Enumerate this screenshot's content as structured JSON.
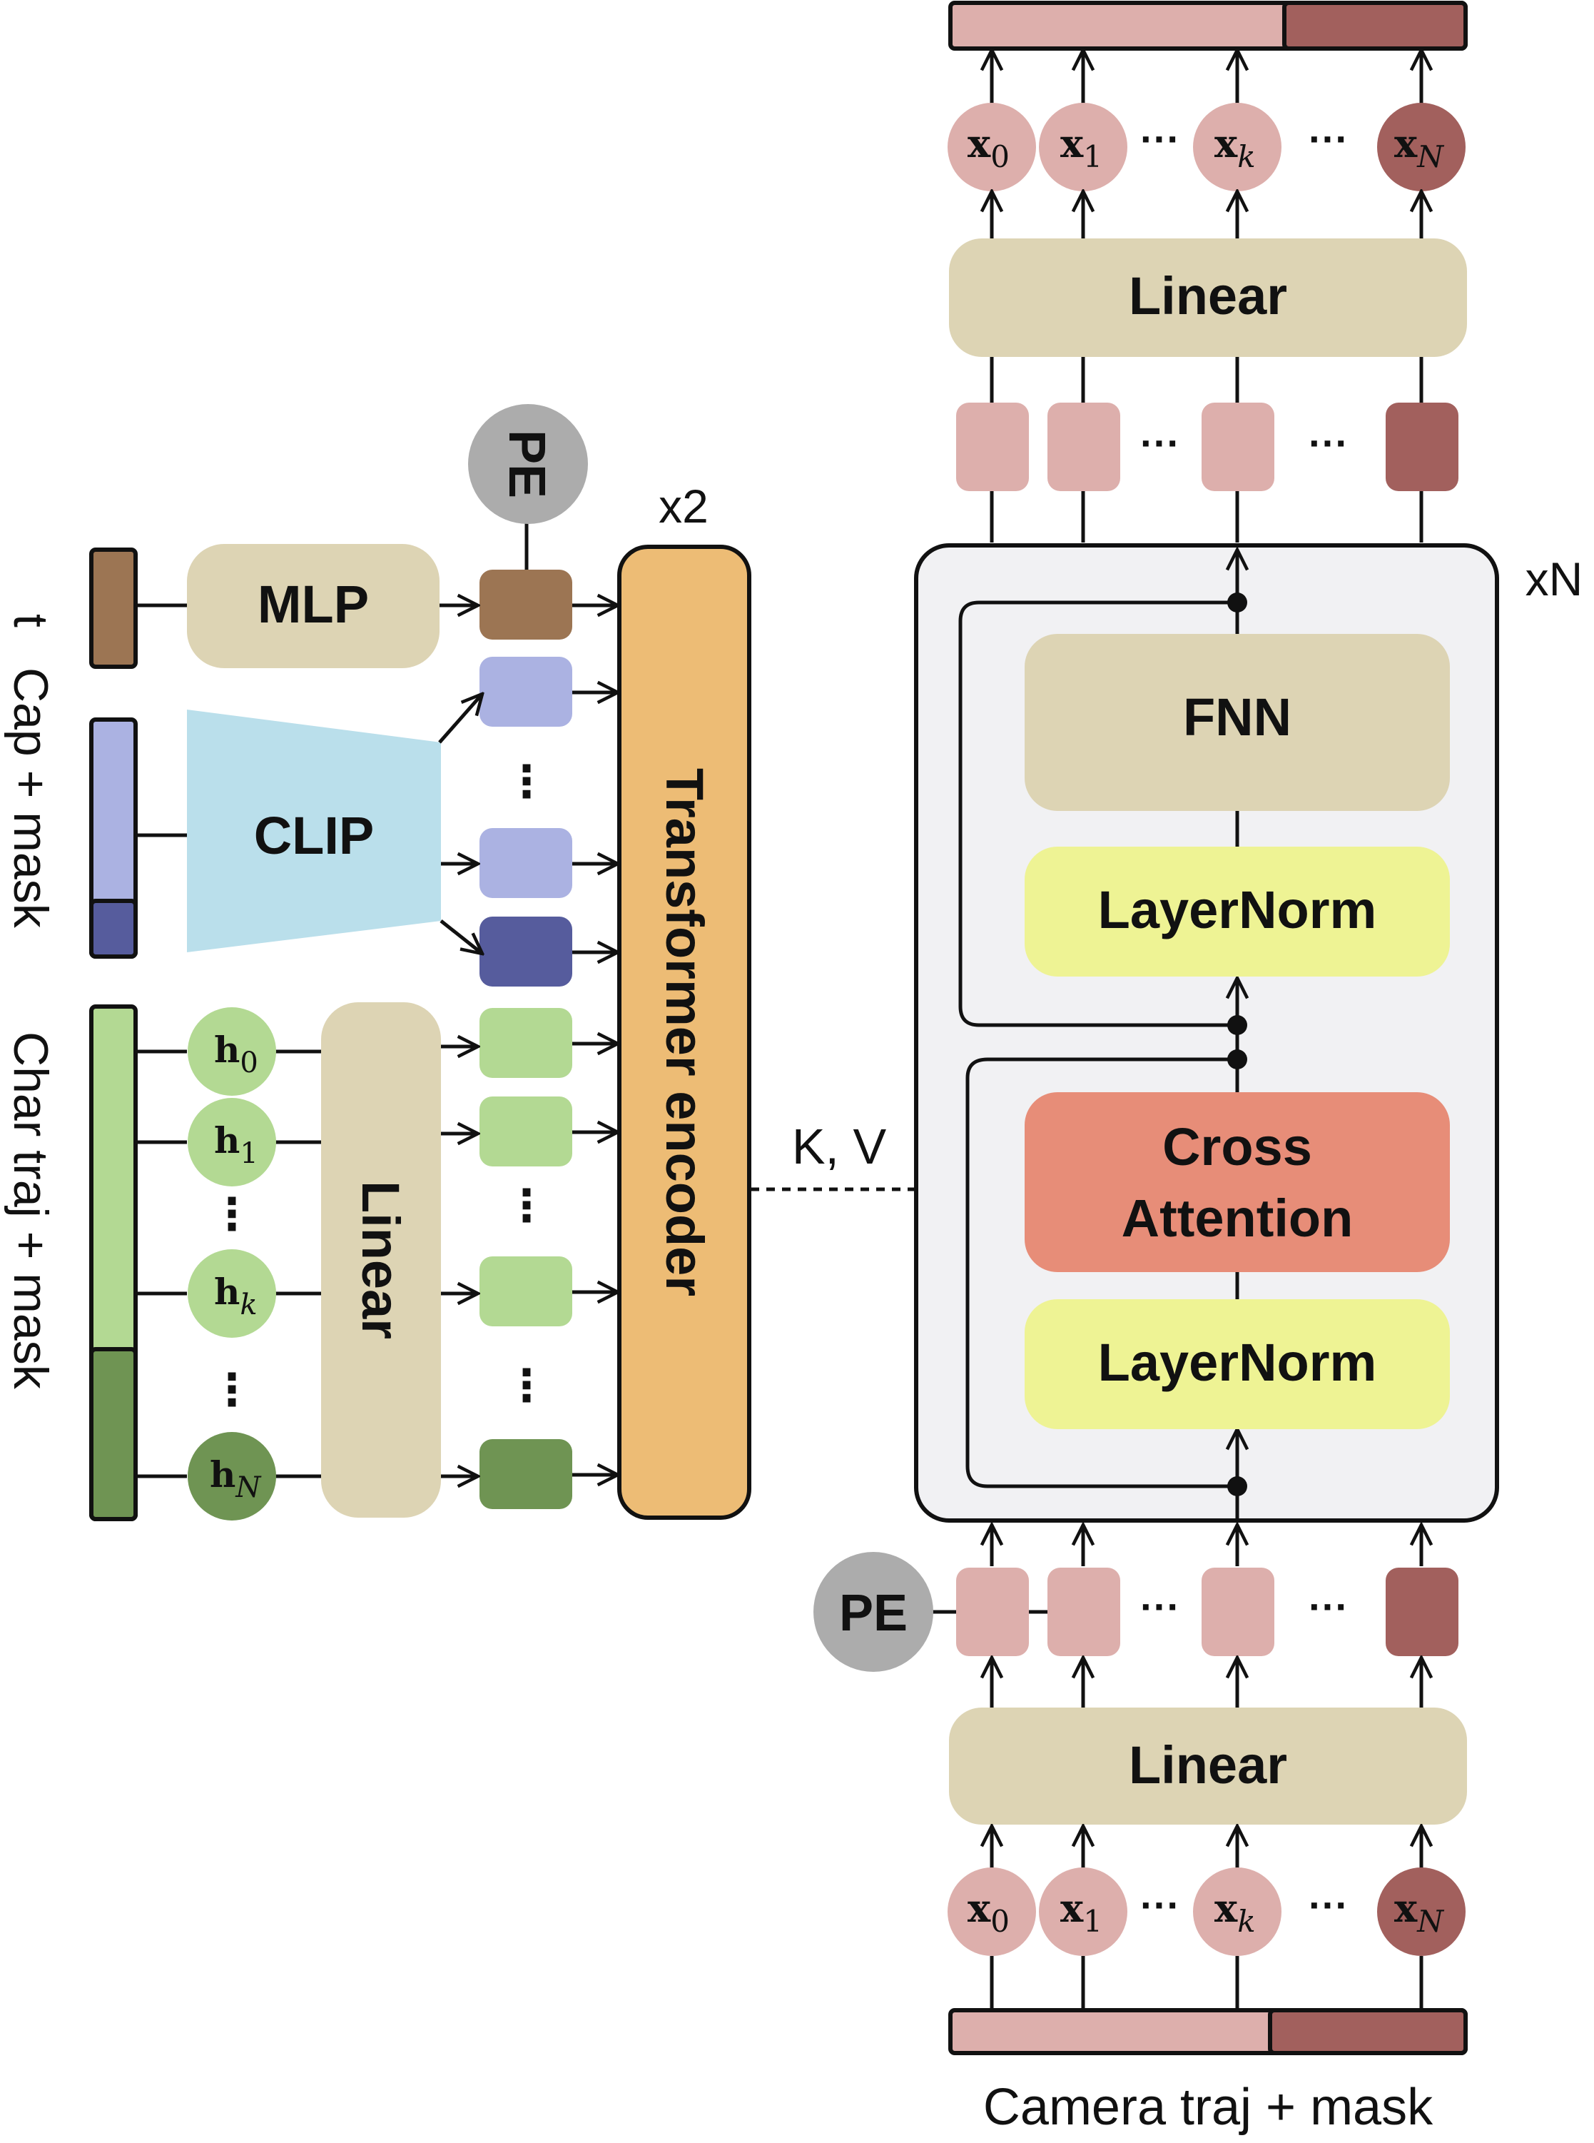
{
  "labels": {
    "pe": "PE",
    "mlp": "MLP",
    "clip": "CLIP",
    "linear": "Linear",
    "transformer_encoder": "Transformer encoder",
    "x2": "x2",
    "xN": "xN",
    "kv": "K, V",
    "fnn": "FNN",
    "layernorm": "LayerNorm",
    "cross": "Cross",
    "attention": "Attention",
    "camera_traj": "Camera traj + mask",
    "side_t": "t",
    "side_cap": "Cap + mask",
    "side_char": "Char traj + mask",
    "dots": "···",
    "vdots": "⋮"
  },
  "nodes": {
    "h": {
      "base": "h",
      "subs": [
        "0",
        "1",
        "k",
        "N"
      ],
      "sub_italic": [
        false,
        false,
        true,
        true
      ]
    },
    "x": {
      "base": "x",
      "subs": [
        "0",
        "1",
        "k",
        "N"
      ],
      "sub_italic": [
        false,
        false,
        true,
        true
      ]
    }
  },
  "colors": {
    "brown": "#9C7553",
    "clip_light": "#ABB2E2",
    "clip_dark": "#565C9D",
    "green_light": "#B3D993",
    "green_dark": "#6F9453",
    "beige": "#DDD4B4",
    "clip_trap": "#BADFEB",
    "orange": "#EDBC75",
    "pink_light": "#DDAFAC",
    "pink_dark": "#A2605D",
    "yellow": "#EEF394",
    "salmon": "#E78D78",
    "gray_circle": "#ACACAC",
    "panel_bg": "#F1F1F3"
  }
}
